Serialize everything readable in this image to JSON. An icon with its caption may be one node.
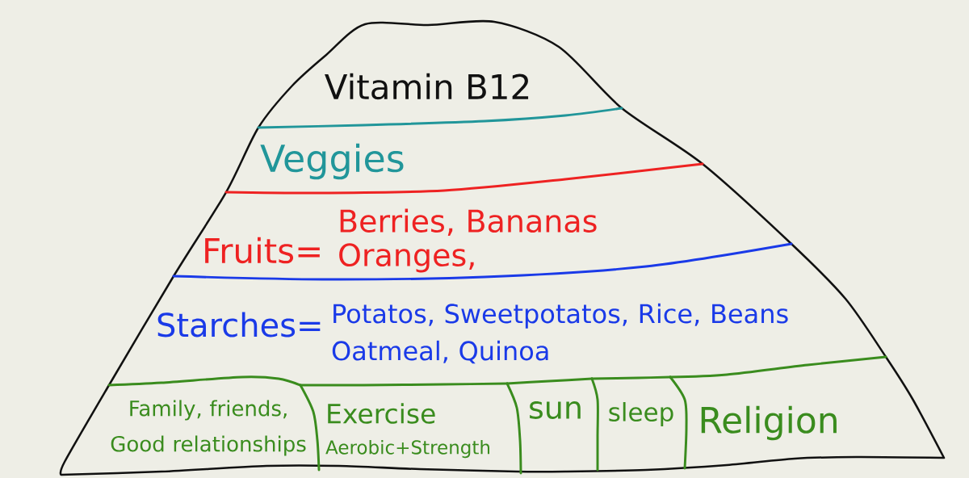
{
  "diagram": {
    "nodes": [
      {
        "text": [],
        "shape": "trapezoid"
      },
      {
        "text": [
          "Vitamin B12"
        ],
        "in": 0
      },
      {
        "text": [
          "Veggies"
        ],
        "in": 0
      },
      {
        "text": [
          "Fruits=",
          "Berries, Bananas Oranges,"
        ],
        "in": 0
      },
      {
        "text": [
          "Starches=",
          "Potatos, Sweetpotatos, Rice, Beans Oatmeal, Quinoa"
        ],
        "in": 0
      },
      {
        "text": [
          "Family, friends, Good relationships"
        ],
        "in": 0
      },
      {
        "text": [
          "Exercise",
          "Aerobic+Strength"
        ],
        "in": 0
      },
      {
        "text": [
          "sun"
        ],
        "in": 0
      },
      {
        "text": [
          "sleep"
        ],
        "in": 0
      },
      {
        "text": [
          "Religion"
        ],
        "in": 0
      }
    ]
  }
}
